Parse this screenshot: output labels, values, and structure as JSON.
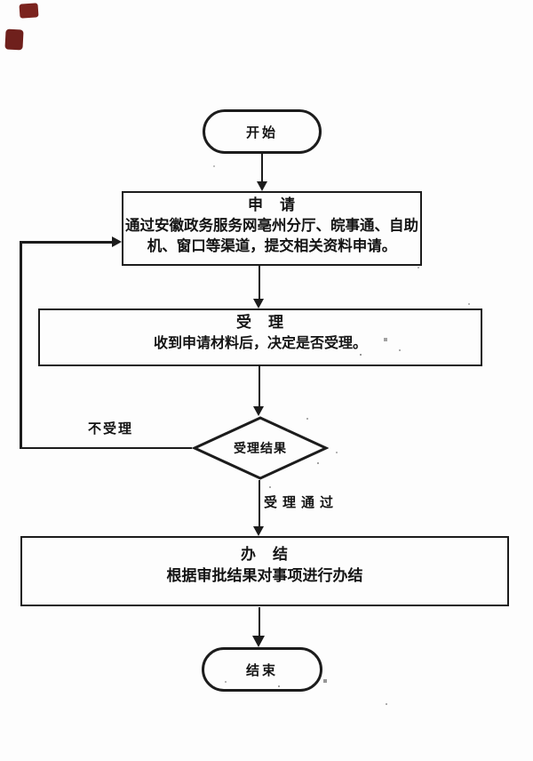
{
  "page": {
    "background": "#fdfdfd",
    "ink_color": "#1c1c1c",
    "stamp_color": "#7b231e"
  },
  "flowchart": {
    "start_label": "开始",
    "apply_title": "申　请",
    "apply_body": "通过安徽政务服务网亳州分厅、皖事通、自助机、窗口等渠道，提交相关资料申请。",
    "accept_title": "受　理",
    "accept_body": "收到申请材料后，决定是否受理。",
    "decision_label": "受理结果",
    "reject_label": "不受理",
    "pass_label": "受理通过",
    "complete_title": "办　结",
    "complete_body": "根据审批结果对事项进行办结",
    "end_label": "结束"
  }
}
